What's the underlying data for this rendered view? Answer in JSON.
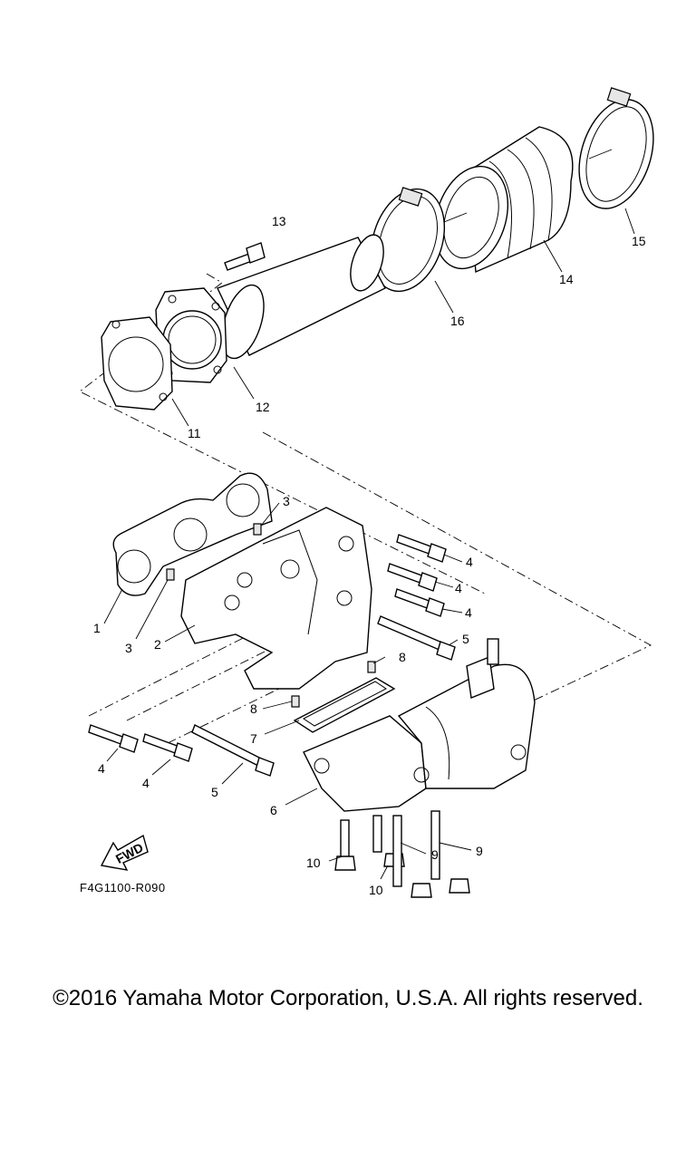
{
  "diagram": {
    "code": "F4G1100-R090",
    "fwd_label": "FWD",
    "callouts": {
      "c1": "1",
      "c2": "2",
      "c3a": "3",
      "c3b": "3",
      "c4a": "4",
      "c4b": "4",
      "c4c": "4",
      "c4d": "4",
      "c4e": "4",
      "c5a": "5",
      "c5b": "5",
      "c6": "6",
      "c7": "7",
      "c8a": "8",
      "c8b": "8",
      "c9a": "9",
      "c9b": "9",
      "c10a": "10",
      "c10b": "10",
      "c11": "11",
      "c12": "12",
      "c13": "13",
      "c14": "14",
      "c15": "15",
      "c16": "16"
    }
  },
  "footer": {
    "copyright": "©2016 Yamaha Motor Corporation, U.S.A. All rights reserved."
  }
}
